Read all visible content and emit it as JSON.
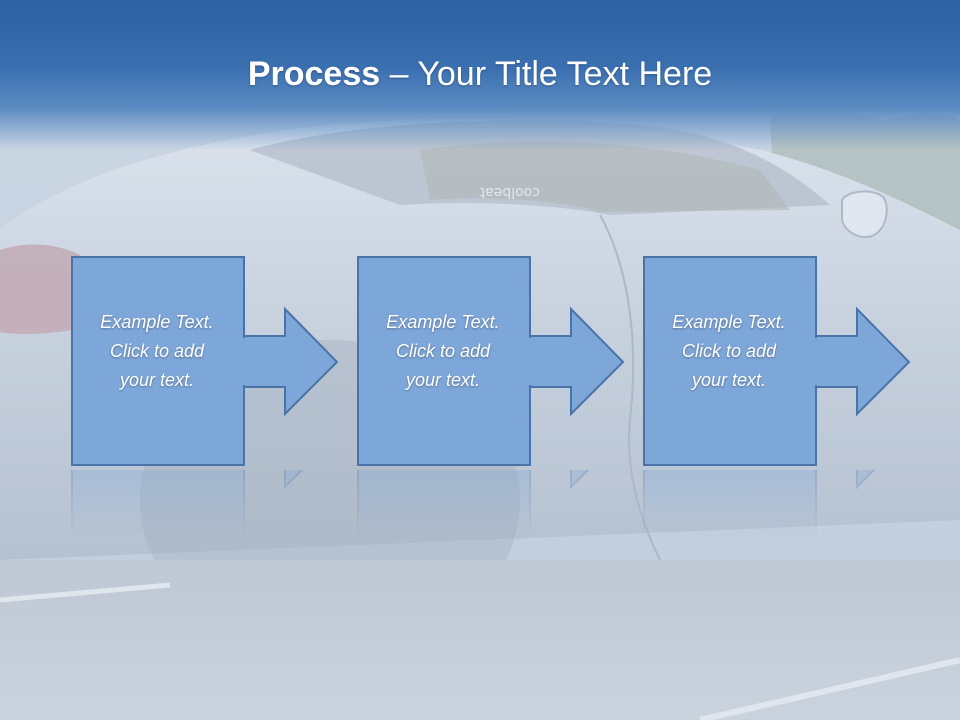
{
  "title": {
    "bold": "Process",
    "rest": " – Your Title Text Here"
  },
  "steps": [
    {
      "text": "Example Text.\nClick  to add\nyour text."
    },
    {
      "text": "Example Text.\nClick  to add\nyour text."
    },
    {
      "text": "Example Text.\nClick  to add\nyour text."
    }
  ],
  "background": {
    "car_badge": "coolbeat"
  },
  "colors": {
    "title_band": "#2d61a2",
    "box_fill": "#7ea7d9",
    "box_stroke": "#4a74a8",
    "text": "#ffffff"
  }
}
